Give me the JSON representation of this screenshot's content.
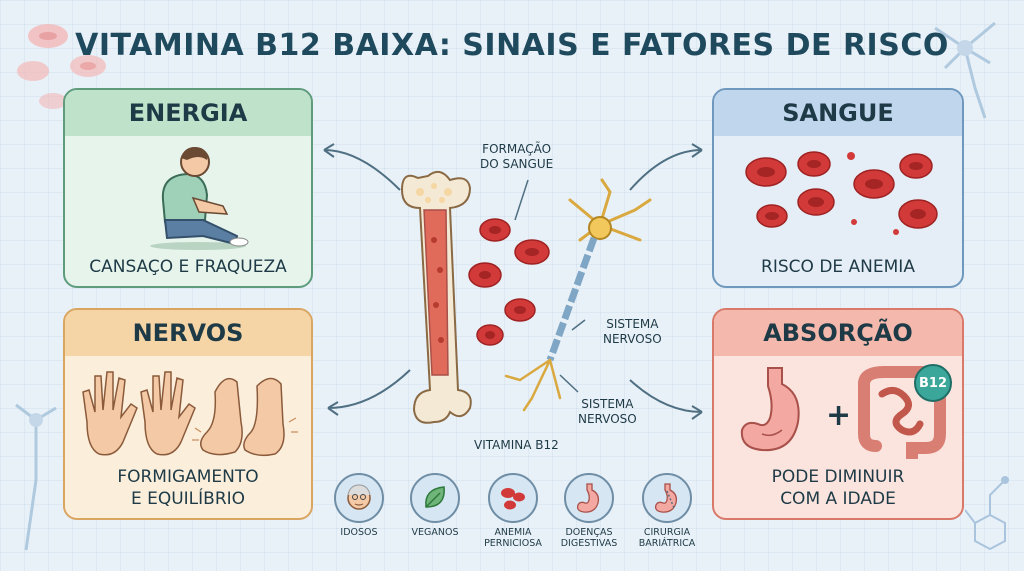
{
  "title": "VITAMINA B12 BAIXA: SINAIS E FATORES DE RISCO",
  "panels": {
    "energia": {
      "header": "ENERGIA",
      "caption": "CANSAÇO E FRAQUEZA"
    },
    "sangue": {
      "header": "SANGUE",
      "caption": "RISCO DE ANEMIA"
    },
    "nervos": {
      "header": "NERVOS",
      "caption_line1": "FORMIGAMENTO",
      "caption_line2": "E EQUILÍBRIO"
    },
    "absorcao": {
      "header": "ABSORÇÃO",
      "caption_line1": "PODE DIMINUIR",
      "caption_line2": "COM A IDADE",
      "badge": "B12"
    }
  },
  "center": {
    "formacao_line1": "FORMAÇÃO",
    "formacao_line2": "DO SANGUE",
    "sistema1_line1": "SISTEMA",
    "sistema1_line2": "NERVOSO",
    "sistema2_line1": "SISTEMA",
    "sistema2_line2": "NERVOSO",
    "vitamina": "VITAMINA B12"
  },
  "risk_factors": [
    {
      "line1": "IDOSOS",
      "line2": "",
      "icon": "elderly-face-icon"
    },
    {
      "line1": "VEGANOS",
      "line2": "",
      "icon": "leaf-icon"
    },
    {
      "line1": "ANEMIA",
      "line2": "PERNICIOSA",
      "icon": "red-cells-icon"
    },
    {
      "line1": "DOENÇAS",
      "line2": "DIGESTIVAS",
      "icon": "stomach-icon"
    },
    {
      "line1": "CIRURGIA",
      "line2": "BARIÁTRICA",
      "icon": "stomach-surgery-icon"
    }
  ],
  "colors": {
    "title": "#1f4a5e",
    "energia": "#bfe2cb",
    "sangue": "#bfd6ec",
    "nervos": "#f5d4a5",
    "absorcao": "#f4b9ac",
    "blood": "#d23a3a"
  }
}
